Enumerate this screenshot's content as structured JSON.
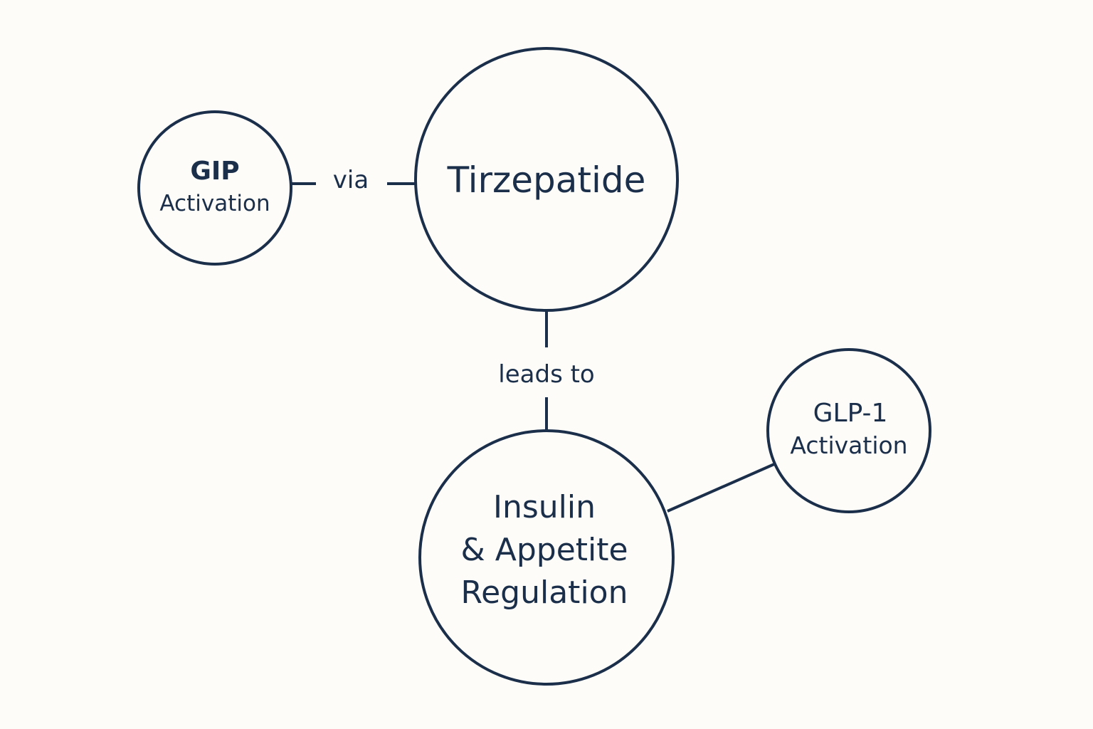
{
  "nodes": {
    "gip": {
      "line1": "GIP",
      "line2": "Activation"
    },
    "tirzepatide": {
      "label": "Tirzepatide"
    },
    "regulation": {
      "line1": "Insulin",
      "line2": "& Appetite",
      "line3": "Regulation"
    },
    "glp1": {
      "line1": "GLP-1",
      "line2": "Activation"
    }
  },
  "edges": {
    "gip_to_tirzepatide": "via",
    "tirzepatide_to_regulation": "leads to"
  },
  "colors": {
    "stroke": "#1b2f4b",
    "text": "#1b2f4b",
    "background": "#fdfcf8"
  }
}
